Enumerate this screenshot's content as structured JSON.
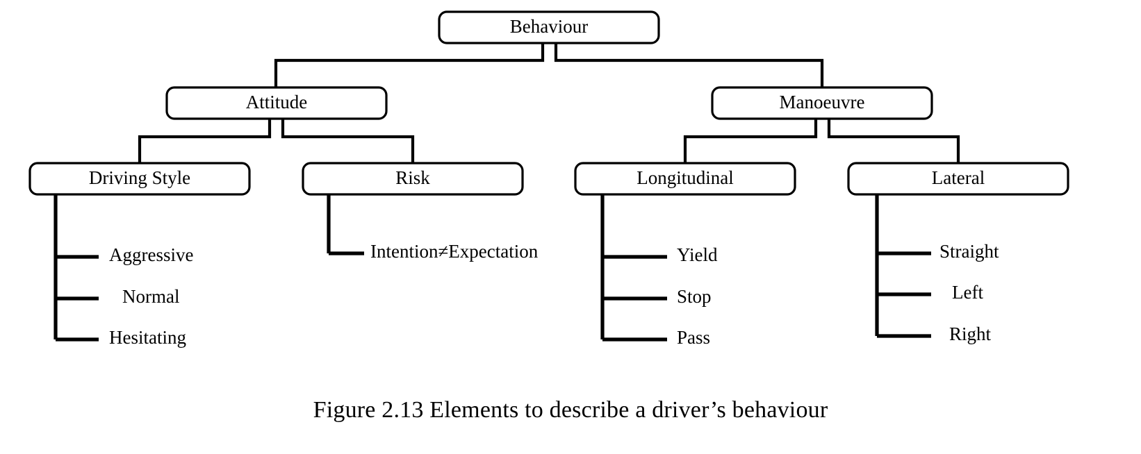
{
  "figure": {
    "caption": "Figure 2.13 Elements to describe a driver’s behaviour",
    "colors": {
      "background": "#ffffff",
      "stroke": "#000000",
      "text": "#000000",
      "node_fill": "#ffffff"
    }
  },
  "diagram": {
    "type": "tree",
    "root": "Behaviour",
    "nodes": {
      "root": {
        "label": "Behaviour"
      },
      "attitude": {
        "label": "Attitude"
      },
      "manoeuvre": {
        "label": "Manoeuvre"
      },
      "driving_style": {
        "label": "Driving Style"
      },
      "risk": {
        "label": "Risk"
      },
      "longitudinal": {
        "label": "Longitudinal"
      },
      "lateral": {
        "label": "Lateral"
      }
    },
    "leaves": {
      "driving_style": [
        {
          "label": "Aggressive"
        },
        {
          "label": "Normal"
        },
        {
          "label": "Hesitating"
        }
      ],
      "risk": [
        {
          "label": "Intention≠Expectation"
        }
      ],
      "longitudinal": [
        {
          "label": "Yield"
        },
        {
          "label": "Stop"
        },
        {
          "label": "Pass"
        }
      ],
      "lateral": [
        {
          "label": "Straight"
        },
        {
          "label": "Left"
        },
        {
          "label": "Right"
        }
      ]
    },
    "edges": [
      {
        "from": "Behaviour",
        "to": "Attitude"
      },
      {
        "from": "Behaviour",
        "to": "Manoeuvre"
      },
      {
        "from": "Attitude",
        "to": "Driving Style"
      },
      {
        "from": "Attitude",
        "to": "Risk"
      },
      {
        "from": "Manoeuvre",
        "to": "Longitudinal"
      },
      {
        "from": "Manoeuvre",
        "to": "Lateral"
      },
      {
        "from": "Driving Style",
        "to": "Aggressive"
      },
      {
        "from": "Driving Style",
        "to": "Normal"
      },
      {
        "from": "Driving Style",
        "to": "Hesitating"
      },
      {
        "from": "Risk",
        "to": "Intention≠Expectation"
      },
      {
        "from": "Longitudinal",
        "to": "Yield"
      },
      {
        "from": "Longitudinal",
        "to": "Stop"
      },
      {
        "from": "Longitudinal",
        "to": "Pass"
      },
      {
        "from": "Lateral",
        "to": "Straight"
      },
      {
        "from": "Lateral",
        "to": "Left"
      },
      {
        "from": "Lateral",
        "to": "Right"
      }
    ]
  }
}
